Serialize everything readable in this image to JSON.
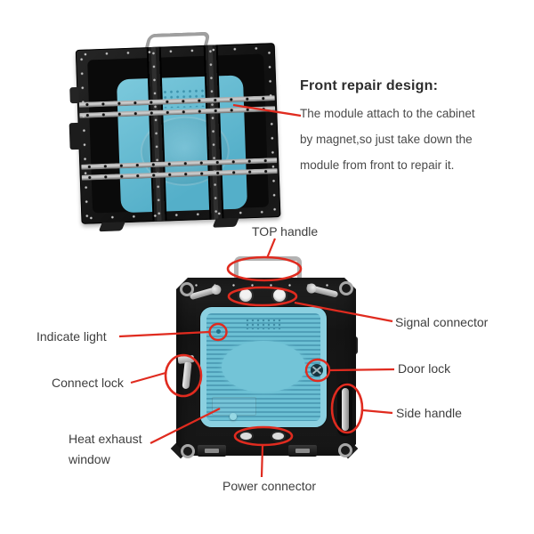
{
  "description": {
    "title": "Front repair design:",
    "lines": [
      "The module attach to the cabinet",
      "by magnet,so just take down the",
      "module from front to repair it."
    ]
  },
  "callouts": {
    "top_handle": "TOP handle",
    "signal_connector": "Signal connector",
    "indicate_light": "Indicate light",
    "door_lock": "Door lock",
    "connect_lock": "Connect lock",
    "side_handle": "Side handle",
    "heat_exhaust_lines": [
      "Heat exhaust",
      "window"
    ],
    "power_connector": "Power connector"
  },
  "colors": {
    "annotation_red": "#e02b1f",
    "module_blue": "#6cc0d4",
    "panel_border_blue": "#8bd0e0",
    "frame_black": "#161616",
    "metal_silver": "#bdbdbd",
    "label_text": "#3e3e3e",
    "background": "#ffffff"
  }
}
